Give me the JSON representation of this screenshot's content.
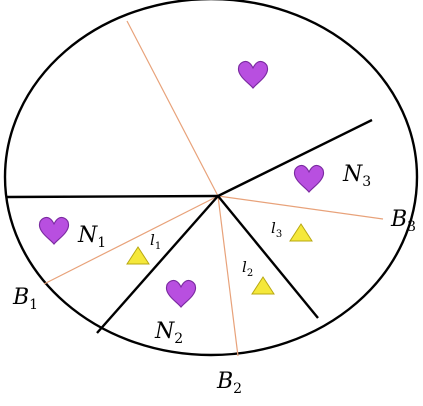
{
  "diagram": {
    "colors": {
      "outline": "#000000",
      "orange_line": "#e8a27a",
      "heart_fill": "#b84fe0",
      "heart_stroke": "#7a2aa0",
      "triangle_fill": "#f5e83a",
      "triangle_stroke": "#b8a812"
    },
    "icons": {
      "heart": "heart-icon",
      "triangle": "triangle-icon"
    },
    "labels": {
      "N1": {
        "main": "N",
        "sub": "1"
      },
      "N2": {
        "main": "N",
        "sub": "2"
      },
      "N3": {
        "main": "N",
        "sub": "3"
      },
      "B1": {
        "main": "B",
        "sub": "1"
      },
      "B2": {
        "main": "B",
        "sub": "2"
      },
      "B3": {
        "main": "B",
        "sub": "3"
      },
      "l1": {
        "main": "l",
        "sub": "1"
      },
      "l2": {
        "main": "l",
        "sub": "2"
      },
      "l3": {
        "main": "l",
        "sub": "3"
      }
    }
  }
}
